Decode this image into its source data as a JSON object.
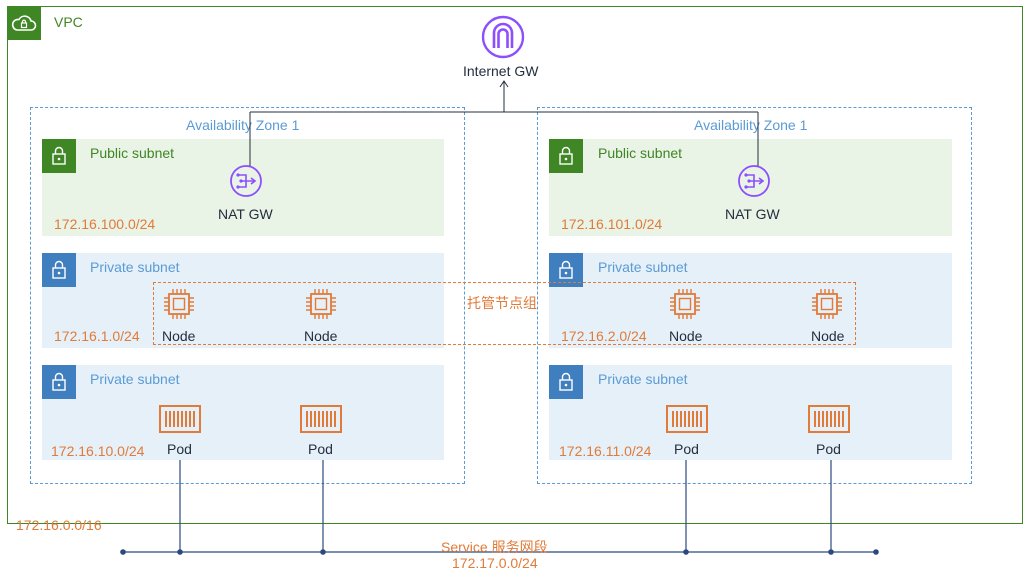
{
  "vpc": {
    "label": "VPC",
    "cidr": "172.16.0.0/16"
  },
  "internet_gw": {
    "label": "Internet GW"
  },
  "zones": [
    {
      "label": "Availability Zone 1",
      "public_subnet": {
        "title": "Public subnet",
        "cidr": "172.16.100.0/24",
        "nat_label": "NAT GW"
      },
      "node_subnet": {
        "title": "Private subnet",
        "cidr": "172.16.1.0/24",
        "nodes": [
          "Node",
          "Node"
        ]
      },
      "pod_subnet": {
        "title": "Private subnet",
        "cidr": "172.16.10.0/24",
        "pods": [
          "Pod",
          "Pod"
        ]
      }
    },
    {
      "label": "Availability Zone 1",
      "public_subnet": {
        "title": "Public subnet",
        "cidr": "172.16.101.0/24",
        "nat_label": "NAT GW"
      },
      "node_subnet": {
        "title": "Private subnet",
        "cidr": "172.16.2.0/24",
        "nodes": [
          "Node",
          "Node"
        ]
      },
      "pod_subnet": {
        "title": "Private subnet",
        "cidr": "172.16.11.0/24",
        "pods": [
          "Pod",
          "Pod"
        ]
      }
    }
  ],
  "node_group": {
    "label": "托管节点组"
  },
  "service": {
    "label": "Service 服务网段",
    "cidr": "172.17.0.0/24"
  },
  "icons": {
    "vpc": "cloud-lock-icon",
    "internet_gw": "internet-gateway-icon",
    "nat": "nat-gateway-icon",
    "lock": "lock-icon",
    "node": "chip-icon",
    "pod": "container-icon"
  },
  "colors": {
    "green": "#3f8624",
    "blue": "#3f7fbf",
    "orange": "#e07b39",
    "purple": "#8c4fff"
  }
}
